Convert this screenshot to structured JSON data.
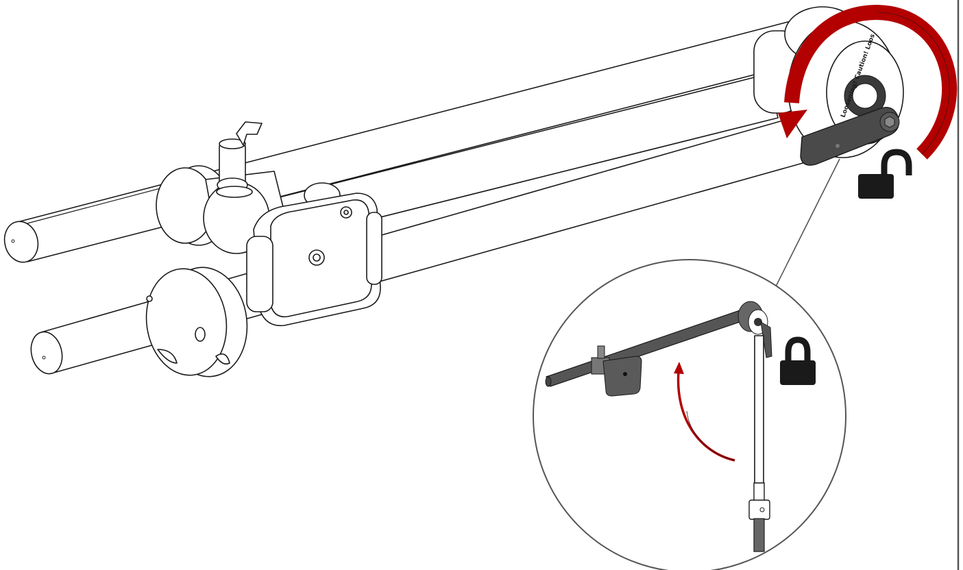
{
  "diagram": {
    "hub_label": "Loosening! Caution! Loos",
    "lock_states": {
      "main_view": "unlocked",
      "detail_view": "locked"
    }
  },
  "icons": {
    "main_rotation_arrow": "counterclockwise-rotation-arrow-icon",
    "detail_raise_arrow": "raise-arrow-icon",
    "unlocked_icon": "open-padlock-icon",
    "locked_icon": "closed-padlock-icon"
  },
  "colors": {
    "arrow_red": "#b30000",
    "lever_dark": "#4a4a4a",
    "line_ink": "#1a1a1a",
    "callout_circle": "#555555",
    "frame_border": "#555555"
  }
}
